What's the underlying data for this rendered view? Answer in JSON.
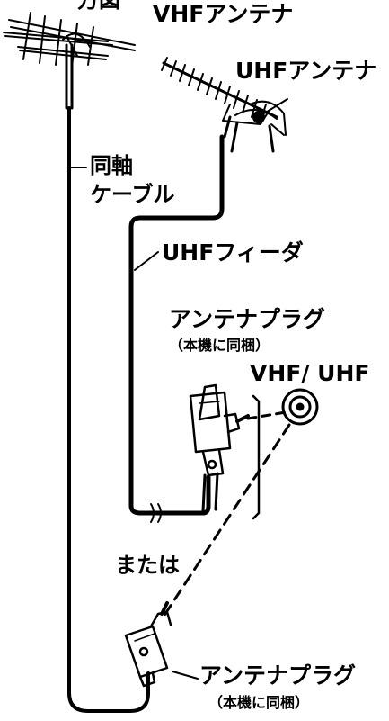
{
  "labels": {
    "top_cut": "方図",
    "vhf_antenna": "VHFアンテナ",
    "uhf_antenna": "UHFアンテナ",
    "coax_line1": "同軸",
    "coax_line2": "ケーブル",
    "uhf_feeder": "UHFフィーダ",
    "antenna_plug_1": "アンテナプラグ",
    "included_1": "（本機に同梱）",
    "vhf_uhf_terminal": "VHF/ UHF",
    "or": "または",
    "antenna_plug_2": "アンテナプラグ",
    "included_2": "（本機に同梱）"
  },
  "colors": {
    "ink": "#000000",
    "paper": "#ffffff"
  },
  "icons": [
    "vhf-antenna-icon",
    "uhf-antenna-icon",
    "antenna-plug-icon",
    "wall-terminal-icon"
  ]
}
